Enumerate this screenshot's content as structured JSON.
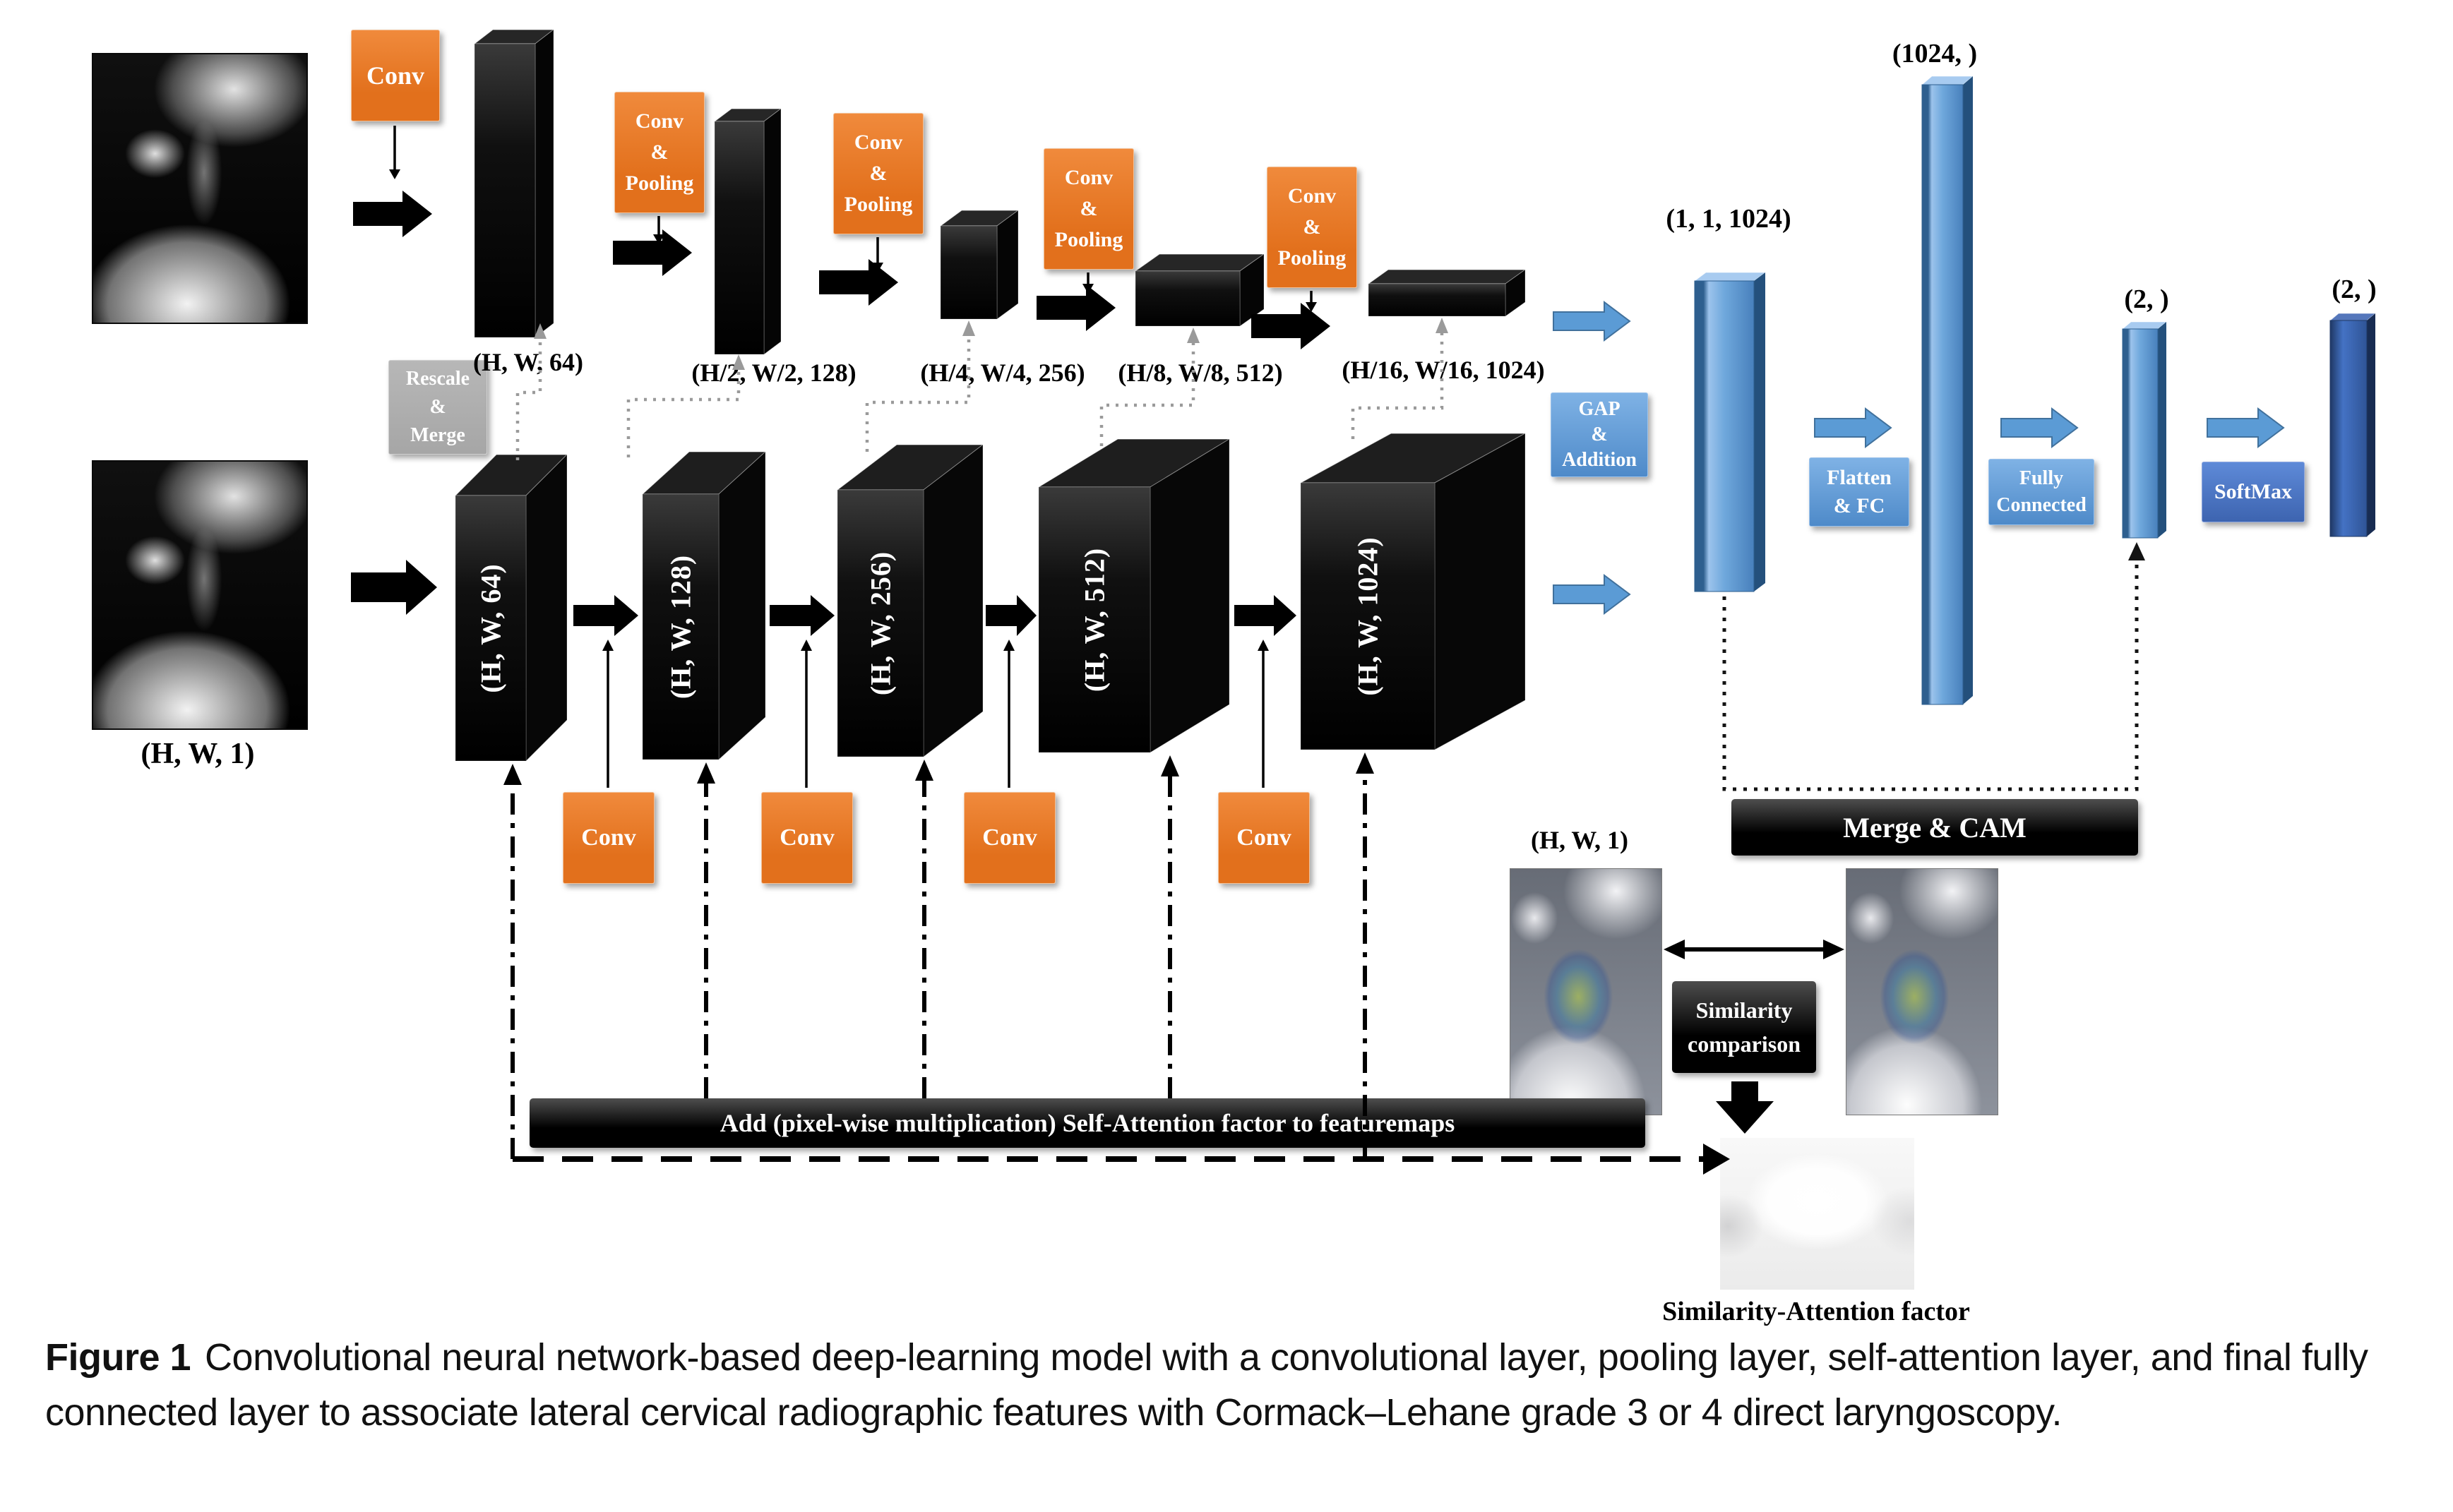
{
  "colors": {
    "orange": "#E2701C",
    "orange-light": "#F08A3C",
    "blue": "#5B9BD5",
    "blue-light": "#7FB2E5",
    "blue-dark": "#2E5F8F",
    "softmax-blue": "#4472C4",
    "final-blue": "#2F5496",
    "gray": "#A6A6A6",
    "bar-black": "#000000"
  },
  "top_pipeline": {
    "conv": "Conv",
    "conv_pooling": "Conv\n&\nPooling",
    "stage_labels": [
      "(H, W, 64)",
      "(H/2, W/2, 128)",
      "(H/4, W/4, 256)",
      "(H/8, W/8, 512)",
      "(H/16, W/16, 1024)"
    ]
  },
  "bottom_pipeline": {
    "input_label": "(H, W, 1)",
    "rescale_merge": "Rescale\n&\nMerge",
    "conv": "Conv",
    "box_labels": [
      "(H, W, 64)",
      "(H, W, 128)",
      "(H, W, 256)",
      "(H, W, 512)",
      "(H, W, 1024)"
    ]
  },
  "head": {
    "gap_addition": "GAP\n&\nAddition",
    "gap_output_label": "(1, 1, 1024)",
    "flatten_fc": "Flatten\n& FC",
    "flatten_output_label": "(1024, )",
    "fully_connected": "Fully\nConnected",
    "fc_output_label": "(2, )",
    "softmax": "SoftMax",
    "softmax_output_label": "(2, )",
    "merge_cam": "Merge & CAM"
  },
  "attention": {
    "input_label": "(H, W, 1)",
    "similarity_comparison": "Similarity\ncomparison",
    "add_bar": "Add (pixel-wise multiplication) Self-Attention factor to featuremaps",
    "factor_caption": "Similarity-Attention factor"
  },
  "caption": {
    "label": "Figure 1",
    "text": "Convolutional neural network-based deep-learning model with a convolutional layer, pooling layer, self-attention layer, and final fully connected layer to associate lateral cervical radiographic features with Cormack–Lehane grade 3 or 4 direct laryngoscopy."
  }
}
